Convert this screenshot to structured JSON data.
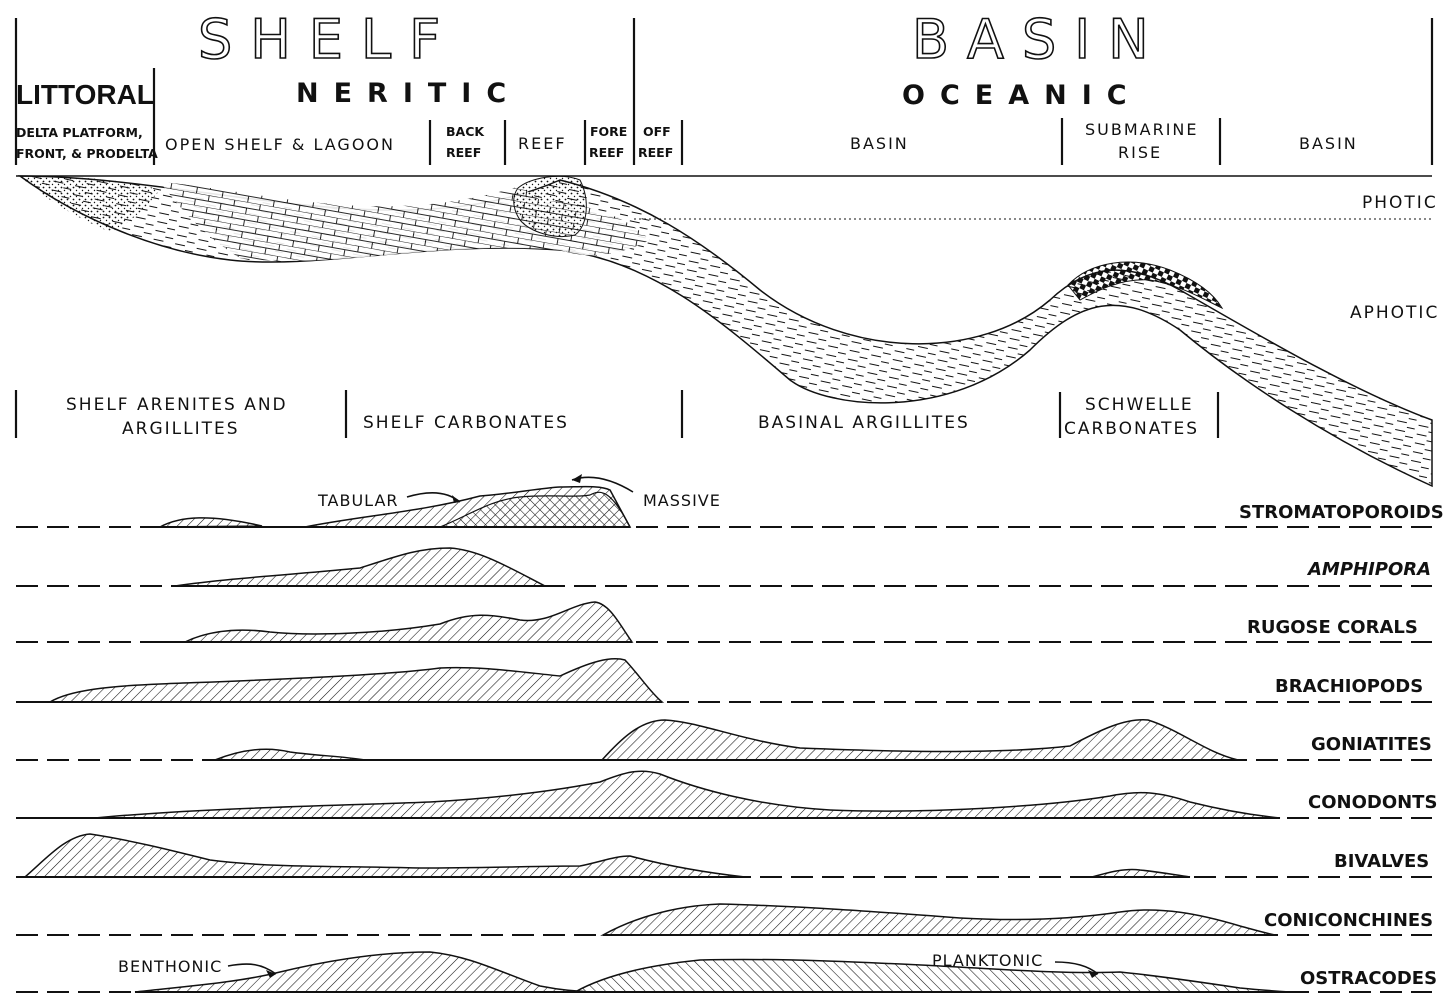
{
  "header": {
    "shelf": "SHELF",
    "basin": "BASIN",
    "littoral": "LITTORAL",
    "neritic": "NERITIC",
    "oceanic": "OCEANIC"
  },
  "environments": {
    "delta_1": "DELTA PLATFORM,",
    "delta_2": "FRONT, & PRODELTA",
    "open_shelf": "OPEN SHELF & LAGOON",
    "back_reef_1": "BACK",
    "back_reef_2": "REEF",
    "reef": "REEF",
    "fore_reef_1": "FORE",
    "fore_reef_2": "REEF",
    "off_reef_1": "OFF",
    "off_reef_2": "REEF",
    "basin_1": "BASIN",
    "rise_1": "SUBMARINE",
    "rise_2": "RISE",
    "basin_2": "BASIN"
  },
  "zones": {
    "photic": "PHOTIC",
    "aphotic": "APHOTIC"
  },
  "facies": {
    "arenites_1": "SHELF ARENITES AND",
    "arenites_2": "ARGILLITES",
    "carbonates": "SHELF CARBONATES",
    "argillites": "BASINAL ARGILLITES",
    "schwelle_1": "SCHWELLE",
    "schwelle_2": "CARBONATES"
  },
  "annotations": {
    "tabular": "TABULAR",
    "massive": "MASSIVE",
    "benthonic": "BENTHONIC",
    "planktonic": "PLANKTONIC"
  },
  "taxa": [
    "STROMATOPOROIDS",
    "AMPHIPORA",
    "RUGOSE CORALS",
    "BRACHIOPODS",
    "GONIATITES",
    "CONODONTS",
    "BIVALVES",
    "CONICONCHINES",
    "OSTRACODES"
  ]
}
